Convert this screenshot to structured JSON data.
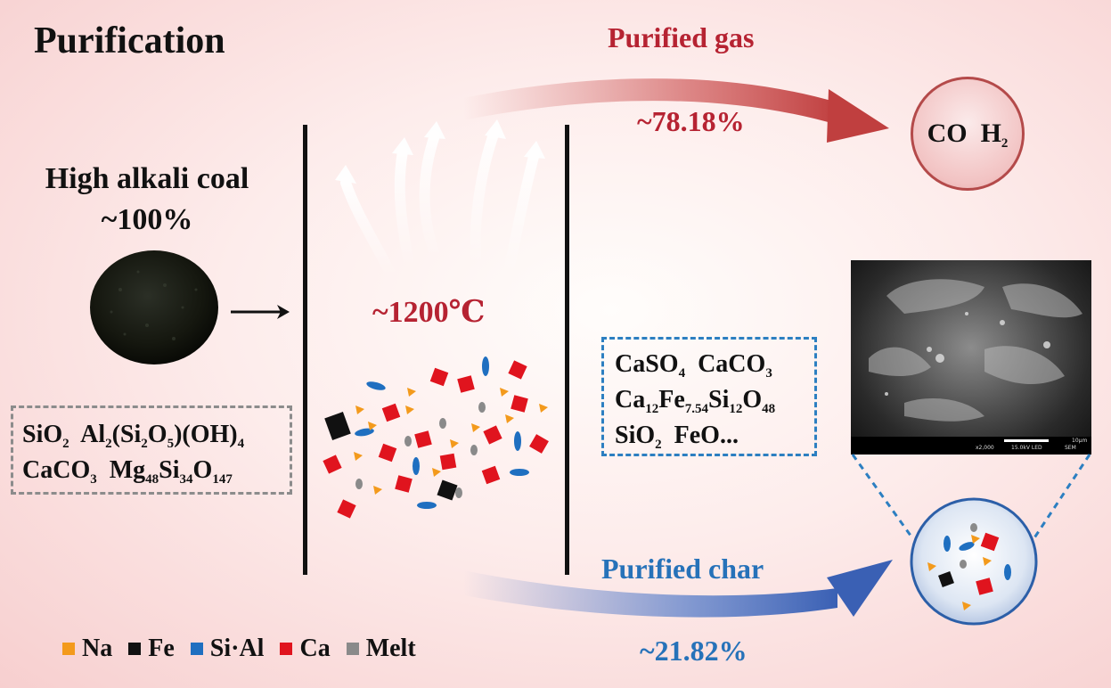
{
  "title": "Purification",
  "coal": {
    "name": "High alkali coal",
    "percent": "~100%"
  },
  "raw_formulas": {
    "line1": [
      {
        "t": "SiO"
      },
      {
        "s": "2"
      },
      {
        "t": "  Al"
      },
      {
        "s": "2"
      },
      {
        "t": "(Si"
      },
      {
        "s": "2"
      },
      {
        "t": "O"
      },
      {
        "s": "5"
      },
      {
        "t": ")(OH)"
      },
      {
        "s": "4"
      }
    ],
    "line2": [
      {
        "t": "CaCO"
      },
      {
        "s": "3"
      },
      {
        "t": "  Mg"
      },
      {
        "s": "48"
      },
      {
        "t": "Si"
      },
      {
        "s": "34"
      },
      {
        "t": "O"
      },
      {
        "s": "147"
      }
    ]
  },
  "temperature": "~1200℃",
  "gas": {
    "label": "Purified gas",
    "percent": "~78.18%",
    "species": [
      {
        "t": "CO  H"
      },
      {
        "s": "2"
      }
    ]
  },
  "char": {
    "label": "Purified char",
    "percent": "~21.82%"
  },
  "product_formulas": {
    "line1": [
      {
        "t": "CaSO"
      },
      {
        "s": "4"
      },
      {
        "t": "  CaCO"
      },
      {
        "s": "3"
      }
    ],
    "line2": [
      {
        "t": "Ca"
      },
      {
        "s": "12"
      },
      {
        "t": "Fe"
      },
      {
        "s": "7.54"
      },
      {
        "t": "Si"
      },
      {
        "s": "12"
      },
      {
        "t": "O"
      },
      {
        "s": "48"
      }
    ],
    "line3": [
      {
        "t": "SiO"
      },
      {
        "s": "2"
      },
      {
        "t": "  FeO..."
      }
    ]
  },
  "sem": {
    "info_left": "x2,000",
    "info_mid": "15.0kV LED",
    "info_right": "SEM",
    "scale": "10μm"
  },
  "legend": [
    {
      "label": "Na",
      "color": "#f39a1c"
    },
    {
      "label": "Fe",
      "color": "#111111"
    },
    {
      "label": "Si·Al",
      "color": "#1f6fc0"
    },
    {
      "label": "Ca",
      "color": "#e0141e"
    },
    {
      "label": "Melt",
      "color": "#8a8a8a"
    }
  ],
  "colors": {
    "gas": "#b62332",
    "char": "#2672b9"
  }
}
